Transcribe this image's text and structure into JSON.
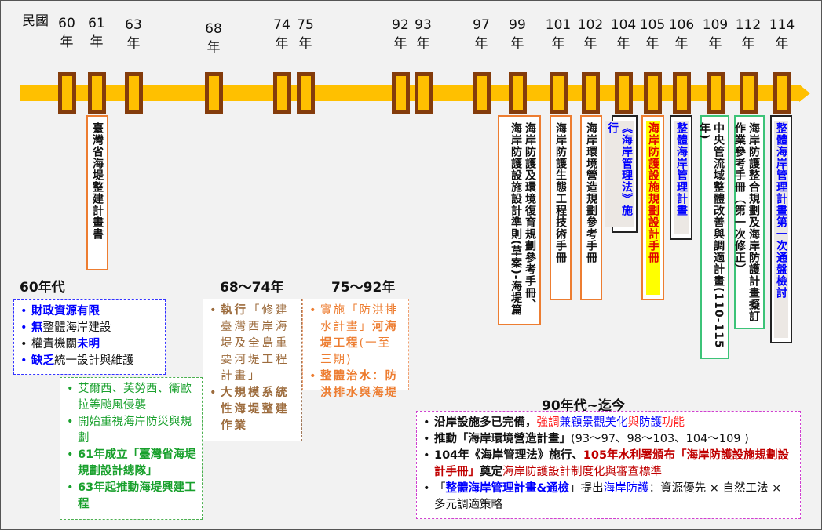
{
  "years": [
    "民國",
    "60 年",
    "61 年",
    "63 年",
    "68 年",
    "74 年",
    "75 年",
    "92 年",
    "93 年",
    "97 年",
    "99 年",
    "101 年",
    "102 年",
    "104 年",
    "105 年",
    "106 年",
    "109 年",
    "112 年",
    "114 年"
  ],
  "colors": {
    "bar": "#ffc000",
    "marker_border": "#843c0c",
    "blue": "#0000ff",
    "green": "#18a02c",
    "brown": "#9c6b3c",
    "orange": "#ed7d31",
    "red": "#ff2020",
    "darkred": "#c00000",
    "magenta": "#d040d0"
  },
  "events": [
    {
      "year": "61",
      "lines": [
        "臺灣省海堤整建計畫書"
      ]
    },
    {
      "year": "99",
      "lines": [
        "海岸防護及環境復育規劃參考手冊、",
        "海岸防護設施設計準則(草案)-海堤篇"
      ]
    },
    {
      "year": "101",
      "lines": [
        "海岸防護生態工程技術手冊"
      ]
    },
    {
      "year": "102",
      "lines": [
        "海岸環境營造規劃參考手冊"
      ]
    },
    {
      "year": "104",
      "lines": [
        "《海岸管理法》施行"
      ]
    },
    {
      "year": "105",
      "lines": [
        "海岸防護設施規劃設計手冊"
      ]
    },
    {
      "year": "106",
      "lines": [
        "整體海岸管理計畫"
      ]
    },
    {
      "year": "109",
      "lines": [
        "中央管流域整體改善與調適計畫(110-115年)"
      ]
    },
    {
      "year": "112",
      "lines": [
        "海岸防護整合規劃及海岸防護計畫擬訂",
        "作業參考手冊（第一次修正）"
      ]
    },
    {
      "year": "114",
      "lines": [
        "整體海岸管理計畫第一次通盤檢討"
      ]
    }
  ],
  "periods": {
    "p60": {
      "title": "60年代",
      "items": [
        [
          {
            "t": "財政資源有限",
            "c": "blue",
            "b": 1
          }
        ],
        [
          {
            "t": "無",
            "c": "blue",
            "b": 1
          },
          {
            "t": "整體海岸建設",
            "c": "dark"
          }
        ],
        [
          {
            "t": "權責機關",
            "c": "dark"
          },
          {
            "t": "未明",
            "c": "blue",
            "b": 1
          }
        ],
        [
          {
            "t": "缺乏",
            "c": "blue",
            "b": 1
          },
          {
            "t": "統一設計與維護",
            "c": "dark"
          }
        ]
      ]
    },
    "p60b": {
      "items": [
        [
          {
            "t": "艾爾西、芙勞西、衛歐拉等颱風侵襲",
            "c": "green"
          }
        ],
        [
          {
            "t": "開始重視海岸防災與規劃",
            "c": "green"
          }
        ],
        [
          {
            "t": "61年成立「臺灣省海堤規劃設計總隊」",
            "c": "green",
            "b": 1
          }
        ],
        [
          {
            "t": "63年起推動海堤興建工程",
            "c": "green",
            "b": 1
          }
        ]
      ]
    },
    "p68": {
      "title": "68～74年",
      "items": [
        [
          {
            "t": "執行",
            "c": "brown",
            "b": 1
          },
          {
            "t": "「修建臺灣西岸海堤及全島重要河堤工程計畫」",
            "c": "brown"
          }
        ],
        [
          {
            "t": "大規模系統性海堤整建作業",
            "c": "brown",
            "b": 1
          }
        ]
      ]
    },
    "p75": {
      "title": "75～92年",
      "items": [
        [
          {
            "t": "實施「防洪排水計畫」",
            "c": "orange"
          },
          {
            "t": "河海堤工程",
            "c": "orange",
            "b": 1
          },
          {
            "t": "(一至三期)",
            "c": "orange"
          }
        ],
        [
          {
            "t": "整體治水：防洪排水與海堤",
            "c": "orange",
            "b": 1
          }
        ]
      ]
    },
    "p90": {
      "title": "90年代~迄今",
      "items": [
        [
          {
            "t": "沿岸設施多已完備，",
            "c": "dark",
            "b": 1
          },
          {
            "t": "強調",
            "c": "red"
          },
          {
            "t": "兼顧景觀美化",
            "c": "blue"
          },
          {
            "t": "與",
            "c": "red"
          },
          {
            "t": "防護",
            "c": "blue"
          },
          {
            "t": "功能",
            "c": "red"
          }
        ],
        [
          {
            "t": "推動「海岸環境營造計畫」",
            "c": "dark",
            "b": 1
          },
          {
            "t": "(93～97、98～103、104～109 )",
            "c": "dark"
          }
        ],
        [
          {
            "t": "104年《海岸管理法》施行、",
            "c": "dark",
            "b": 1
          },
          {
            "t": "105年水利署頒布「海岸防護設施規劃設計手冊」",
            "c": "darkred",
            "b": 1
          },
          {
            "t": "奠定",
            "c": "dark",
            "b": 1
          },
          {
            "t": "海岸防護設計制度化與審查標準",
            "c": "darkred"
          }
        ],
        [
          {
            "t": "「",
            "c": "dark"
          },
          {
            "t": "整體海岸管理計畫&通檢",
            "c": "blue",
            "b": 1
          },
          {
            "t": "」提出",
            "c": "dark"
          },
          {
            "t": "海岸防護",
            "c": "blue"
          },
          {
            "t": "：資源優先 × 自然工法 × 多元調適策略",
            "c": "dark"
          }
        ]
      ]
    }
  }
}
